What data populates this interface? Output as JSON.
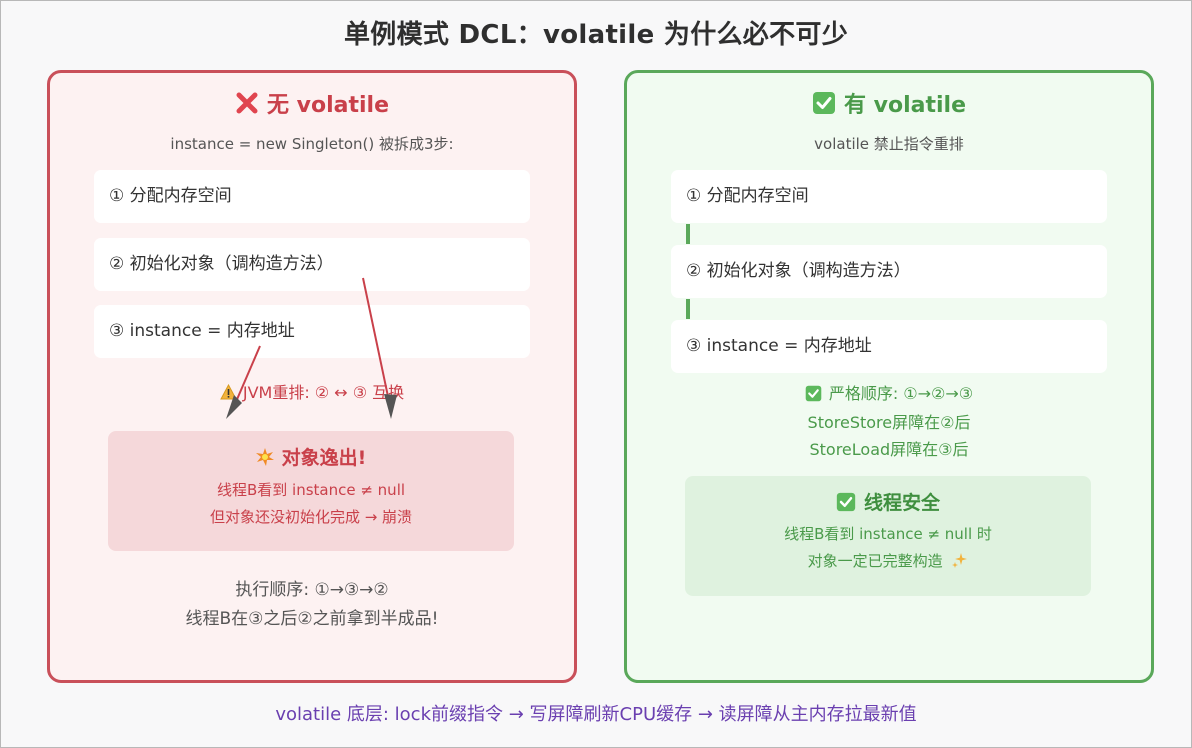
{
  "title": "单例模式 DCL：volatile 为什么必不可少",
  "left": {
    "icon": "cross-mark-icon",
    "heading": "无 volatile",
    "subtitle": "instance = new Singleton() 被拆成3步:",
    "steps": [
      "① 分配内存空间",
      "② 初始化对象（调构造方法）",
      "③ instance = 内存地址"
    ],
    "warning": "JVM重排: ② ↔ ③ 互换",
    "escape_title": "对象逸出!",
    "escape_lines": [
      "线程B看到 instance ≠ null",
      "但对象还没初始化完成 → 崩溃"
    ],
    "order_lines": [
      "执行顺序: ①→③→②",
      "线程B在③之后②之前拿到半成品!"
    ],
    "colors": {
      "accent": "#c9404a",
      "background": "#fdf2f2",
      "border": "#c9505a"
    }
  },
  "right": {
    "icon": "check-mark-icon",
    "heading": "有 volatile",
    "subtitle": "volatile 禁止指令重排",
    "steps": [
      "① 分配内存空间",
      "② 初始化对象（调构造方法）",
      "③ instance = 内存地址"
    ],
    "order": "严格顺序: ①→②→③",
    "barriers": [
      "StoreStore屏障在②后",
      "StoreLoad屏障在③后"
    ],
    "safe_title": "线程安全",
    "safe_lines": [
      "线程B看到 instance ≠ null 时",
      "对象一定已完整构造"
    ],
    "colors": {
      "accent": "#4a9a4a",
      "background": "#f1fbf1",
      "border": "#5aa85a"
    }
  },
  "footer": "volatile 底层: lock前缀指令 → 写屏障刷新CPU缓存 → 读屏障从主内存拉最新值"
}
